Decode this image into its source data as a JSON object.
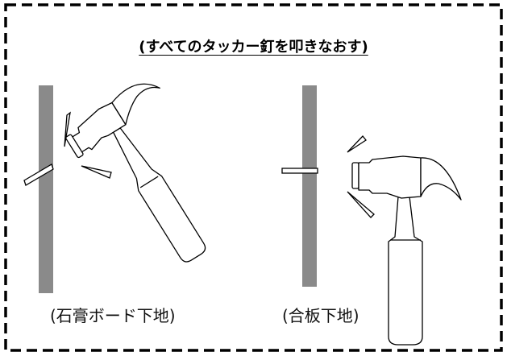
{
  "title": "(すべてのタッカー釘を叩きなおす)",
  "panels": [
    {
      "caption": "(石膏ボード下地)"
    },
    {
      "caption": "(合板下地)"
    }
  ],
  "colors": {
    "stud": "#8a8a8a",
    "border": "#000000",
    "outline": "#000000"
  },
  "icons": [
    "hammer-icon",
    "staple-icon",
    "impact-mark-icon"
  ]
}
